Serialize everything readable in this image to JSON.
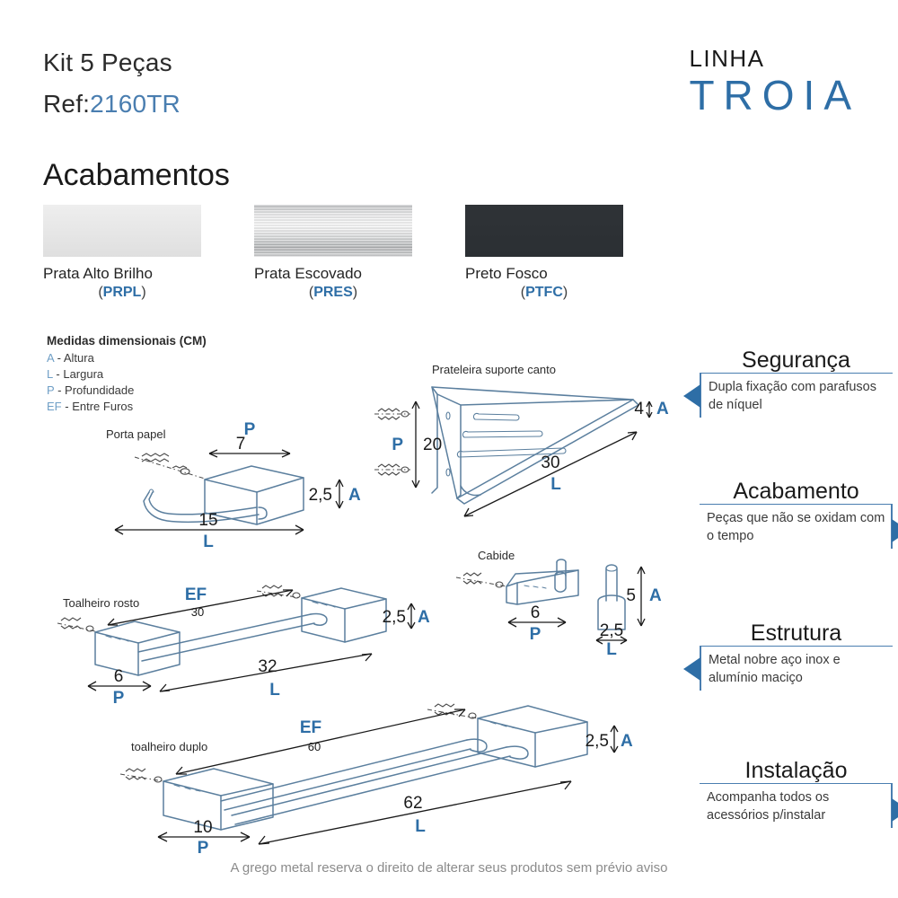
{
  "header": {
    "kit_title": "Kit 5 Peças",
    "ref_prefix": "Ref:",
    "ref_code": "2160TR",
    "brand_line": "LINHA",
    "brand_name": "TROIA",
    "accent_color": "#2e6ea6",
    "ref_color": "#4a7eb0"
  },
  "finishes": {
    "title": "Acabamentos",
    "items": [
      {
        "label": "Prata Alto Brilho",
        "code": "PRPL",
        "swatch": "silver-polished",
        "color": "#e6e6e6"
      },
      {
        "label": "Prata Escovado",
        "code": "PRES",
        "swatch": "silver-brushed",
        "color": "#c8cacb"
      },
      {
        "label": "Preto Fosco",
        "code": "PTFC",
        "swatch": "black-matte",
        "color": "#2e3236"
      }
    ]
  },
  "measures_legend": {
    "title": "Medidas dimensionais (CM)",
    "rows": [
      {
        "key": "A",
        "sep": "-",
        "text": "Altura"
      },
      {
        "key": "L",
        "sep": "-",
        "text": "Largura"
      },
      {
        "key": "P",
        "sep": "-",
        "text": "Profundidade"
      },
      {
        "key": "EF",
        "sep": "-",
        "text": "Entre Furos"
      }
    ]
  },
  "features": [
    {
      "title": "Segurança",
      "body": "Dupla fixação com parafusos de níquel",
      "arrow": "left"
    },
    {
      "title": "Acabamento",
      "body": "Peças que não se oxidam com o tempo",
      "arrow": "right"
    },
    {
      "title": "Estrutura",
      "body": "Metal nobre aço inox e  alumínio  maciço",
      "arrow": "left"
    },
    {
      "title": "Instalação",
      "body": "Acompanha todos os acessórios p/instalar",
      "arrow": "right"
    }
  ],
  "drawings": {
    "porta_papel": {
      "name": "Porta papel",
      "dims": {
        "P_num": "7",
        "P_let": "P",
        "A_num": "2,5",
        "A_let": "A",
        "L_num": "15",
        "L_let": "L"
      }
    },
    "prateleira": {
      "name": "Prateleira suporte canto",
      "dims": {
        "P_num": "20",
        "P_let": "P",
        "A_num": "4",
        "A_let": "A",
        "L_num": "30",
        "L_let": "L"
      }
    },
    "toalheiro_rosto": {
      "name": "Toalheiro rosto",
      "dims": {
        "EF_let": "EF",
        "EF_num": "30",
        "A_num": "2,5",
        "A_let": "A",
        "L_num": "32",
        "L_let": "L",
        "P_num": "6",
        "P_let": "P"
      }
    },
    "cabide": {
      "name": "Cabide",
      "dims": {
        "P_num": "6",
        "P_let": "P",
        "A_num": "5",
        "A_let": "A",
        "L_num": "2,5",
        "L_let": "L"
      }
    },
    "toalheiro_duplo": {
      "name": "toalheiro duplo",
      "dims": {
        "EF_let": "EF",
        "EF_num": "60",
        "A_num": "2,5",
        "A_let": "A",
        "L_num": "62",
        "L_let": "L",
        "P_num": "10",
        "P_let": "P"
      }
    }
  },
  "footer": {
    "disclaimer": "A grego metal reserva o direito de alterar seus produtos sem prévio aviso"
  }
}
